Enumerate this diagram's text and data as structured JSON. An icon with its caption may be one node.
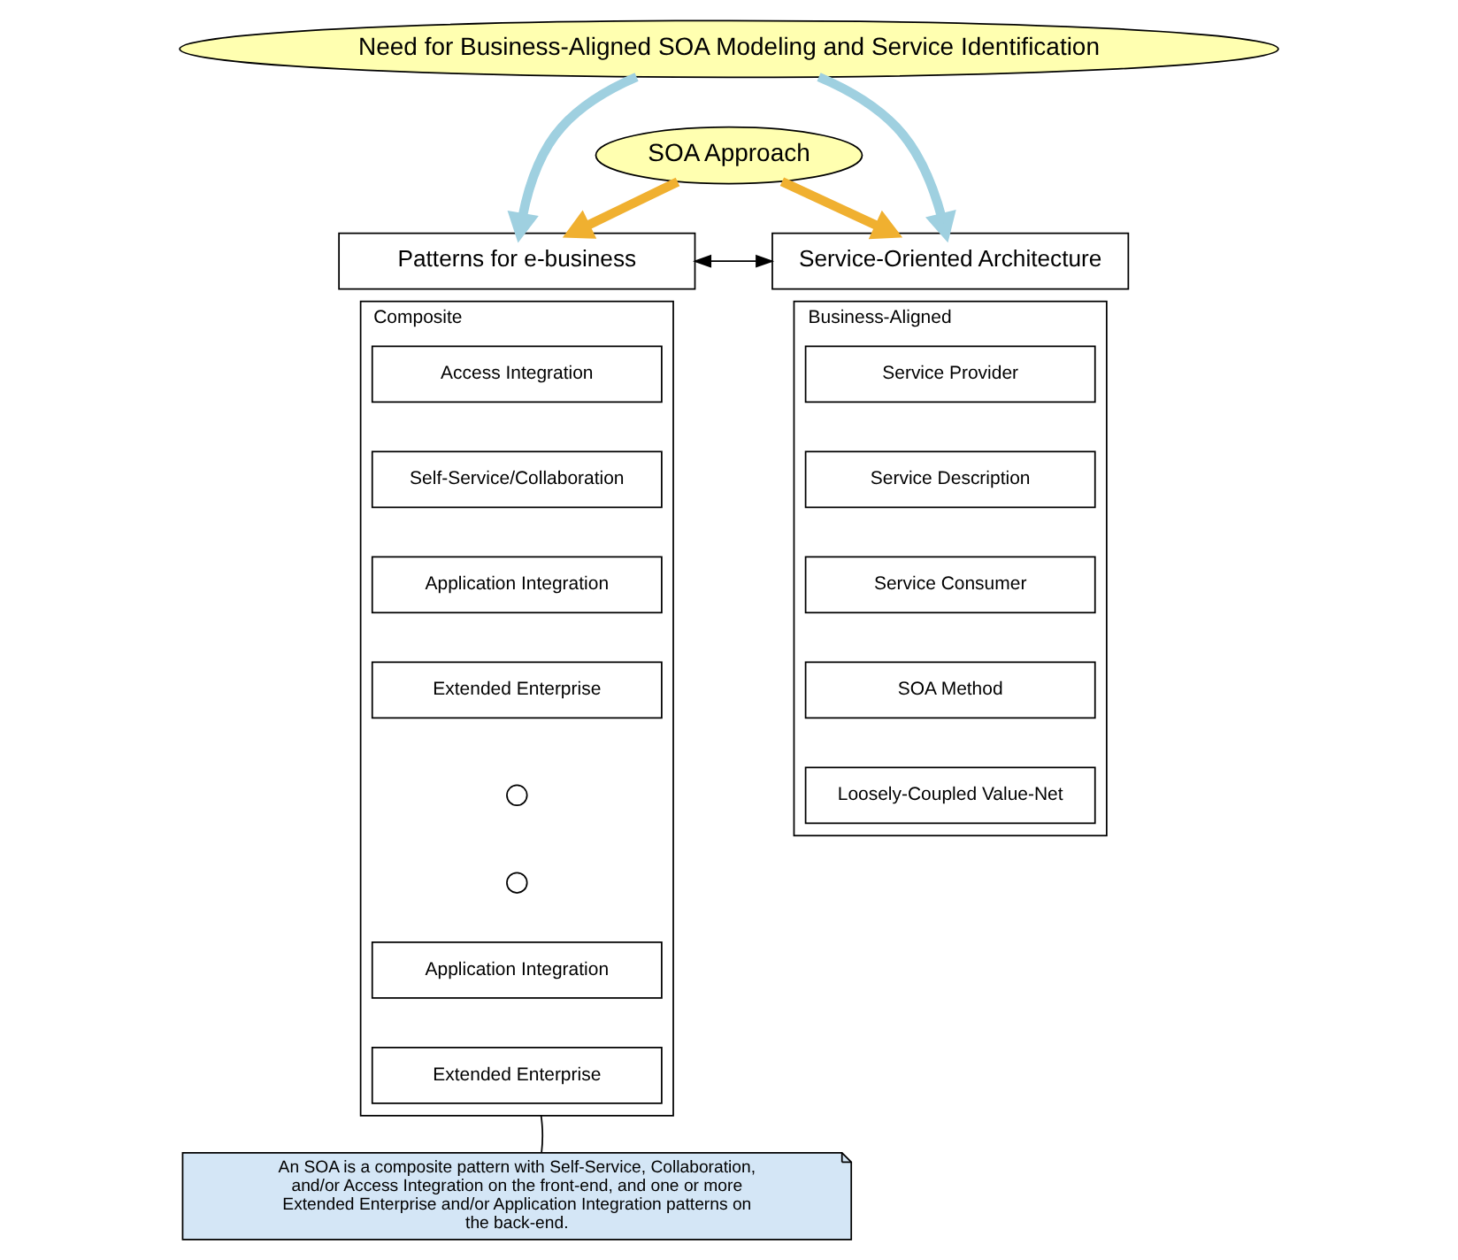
{
  "diagram": {
    "nodes": [
      {
        "text": [
          "Need for Business-Aligned SOA Modeling and Service Identification"
        ]
      },
      {
        "text": [
          "SOA Approach"
        ]
      },
      {
        "text": [
          "Patterns for e-business"
        ]
      },
      {
        "text": [
          "Composite"
        ]
      },
      {
        "text": [
          "Access Integration"
        ],
        "in": 3
      },
      {
        "text": [
          "Self-Service/Collaboration"
        ],
        "in": 3
      },
      {
        "text": [
          "Application Integration"
        ],
        "in": 3
      },
      {
        "text": [
          "Extended Enterprise"
        ],
        "in": 3
      },
      {
        "text": [],
        "shape": "circle",
        "in": 3
      },
      {
        "text": [],
        "shape": "circle",
        "in": 3
      },
      {
        "text": [
          "Application Integration"
        ],
        "in": 3
      },
      {
        "text": [
          "Extended Enterprise"
        ],
        "in": 3
      },
      {
        "text": [
          "Service-Oriented Architecture"
        ]
      },
      {
        "text": [
          "Business-Aligned"
        ]
      },
      {
        "text": [
          "Service Provider"
        ],
        "in": 13
      },
      {
        "text": [
          "Service Description"
        ],
        "in": 13
      },
      {
        "text": [
          "Service Consumer"
        ],
        "in": 13
      },
      {
        "text": [
          "SOA Method"
        ],
        "in": 13
      },
      {
        "text": [
          "Loosely-Coupled Value-Net"
        ],
        "in": 13
      },
      {
        "text": [
          "An SOA is a composite pattern with Self-Service, Collaboration, and/or Access Integration on the front-end, and one or more Extended Enterprise and/or Application Integration patterns on the back-end."
        ]
      }
    ],
    "edges": [
      {
        "from": 0,
        "to": 2,
        "arrow": "to",
        "color": "#9fd0e0"
      },
      {
        "from": 0,
        "to": 12,
        "arrow": "to",
        "color": "#9fd0e0"
      },
      {
        "from": 1,
        "to": 2,
        "arrow": "to",
        "color": "#f0b030"
      },
      {
        "from": 1,
        "to": 12,
        "arrow": "to",
        "color": "#f0b030"
      },
      {
        "from": 2,
        "to": 12,
        "arrow": "both",
        "color": "#000000"
      },
      {
        "from": 19,
        "to": 3,
        "arrow": "none",
        "color": "#000000"
      }
    ]
  }
}
